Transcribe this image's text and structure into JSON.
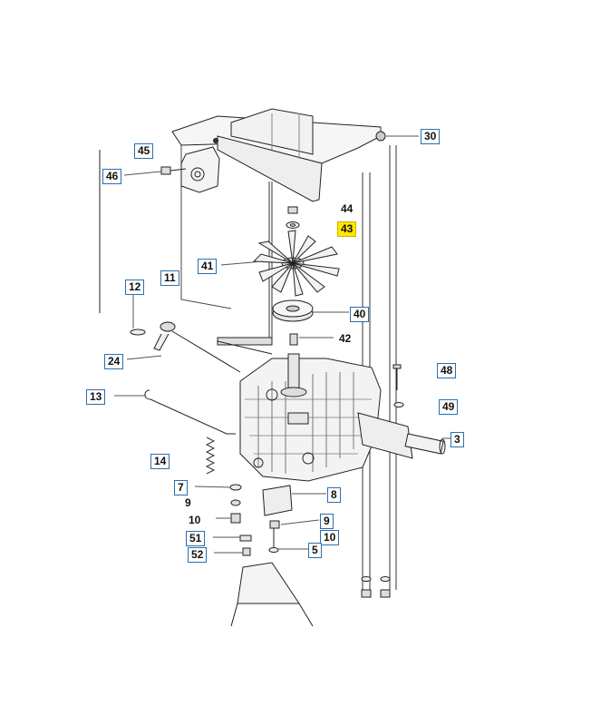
{
  "diagram": {
    "colors": {
      "line": "#222222",
      "callout_border": "#2b6fb0",
      "highlight": "#ffe800"
    },
    "callouts": {
      "c30": "30",
      "c45": "45",
      "c46": "46",
      "c44": "44",
      "c43": "43",
      "c41": "41",
      "c11": "11",
      "c12": "12",
      "c40": "40",
      "c42": "42",
      "c24": "24",
      "c48": "48",
      "c13": "13",
      "c49": "49",
      "c3": "3",
      "c14": "14",
      "c7": "7",
      "c8": "8",
      "c9a": "9",
      "c10a": "10",
      "c9b": "9",
      "c51": "51",
      "c10b": "10",
      "c52": "52",
      "c5": "5"
    },
    "highlighted_part": "43"
  }
}
